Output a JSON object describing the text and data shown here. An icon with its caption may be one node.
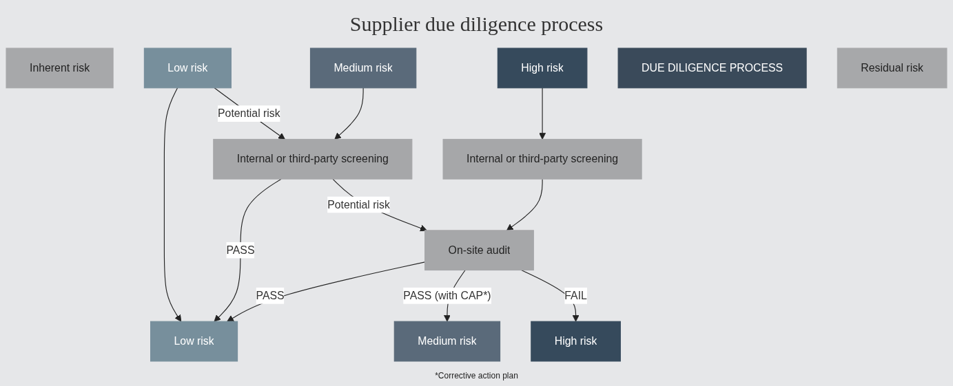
{
  "diagram": {
    "title": "Supplier due diligence process",
    "nodes": [
      {
        "text": [
          "Inherent risk"
        ]
      },
      {
        "text": [
          "Low risk"
        ]
      },
      {
        "text": [
          "Medium risk"
        ]
      },
      {
        "text": [
          "High risk"
        ]
      },
      {
        "text": [
          "DUE DILIGENCE PROCESS"
        ]
      },
      {
        "text": [
          "Internal or third-party screening"
        ]
      },
      {
        "text": [
          "Internal or third-party screening"
        ]
      },
      {
        "text": [
          "On-site audit"
        ]
      },
      {
        "text": [
          "Residual risk"
        ]
      },
      {
        "text": [
          "Low risk"
        ]
      },
      {
        "text": [
          "Medium risk"
        ]
      },
      {
        "text": [
          "High risk"
        ]
      }
    ],
    "edges": [
      {
        "from": 1,
        "to": 9,
        "arrow": "to"
      },
      {
        "from": 1,
        "to": 5,
        "arrow": "to",
        "label": "Potential risk"
      },
      {
        "from": 2,
        "to": 5,
        "arrow": "to"
      },
      {
        "from": 3,
        "to": 6,
        "arrow": "to"
      },
      {
        "from": 6,
        "to": 7,
        "arrow": "to"
      },
      {
        "from": 5,
        "to": 9,
        "arrow": "to",
        "label": "PASS"
      },
      {
        "from": 5,
        "to": 7,
        "arrow": "to",
        "label": "Potential risk"
      },
      {
        "from": 7,
        "to": 9,
        "arrow": "to",
        "label": "PASS"
      },
      {
        "from": 7,
        "to": 10,
        "arrow": "to",
        "label": "PASS (with CAP*)"
      },
      {
        "from": 7,
        "to": 11,
        "arrow": "to",
        "label": "FAIL"
      }
    ],
    "labels": [
      "*Corrective action plan"
    ]
  }
}
